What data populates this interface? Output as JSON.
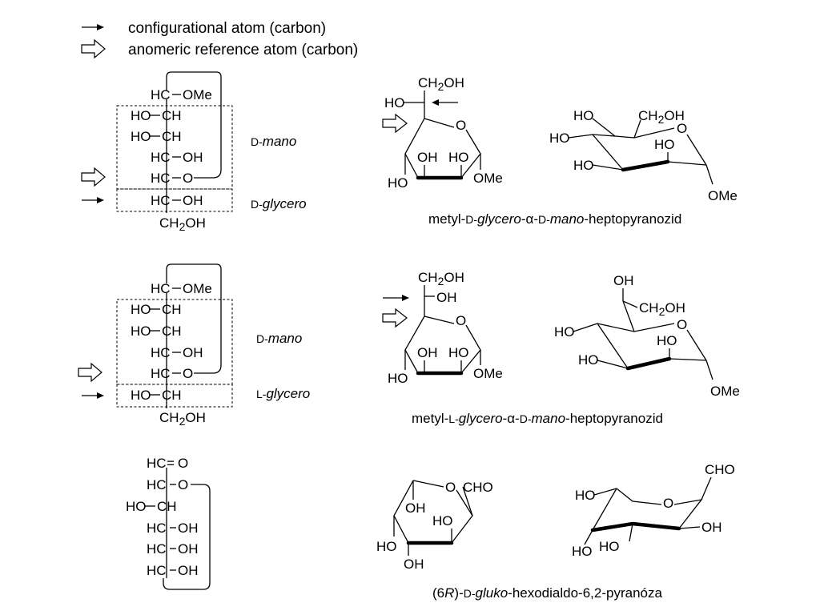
{
  "legend": {
    "configurational": "configurational atom (carbon)",
    "anomeric": "anomeric reference atom (carbon)"
  },
  "atoms": {
    "hc": "HC",
    "ch": "CH",
    "ho": "HO",
    "oh": "OH",
    "ome": "OMe",
    "o": "O",
    "cho": "CHO",
    "ch2": "CH",
    "sub2": "2",
    "eq": "="
  },
  "descriptors": {
    "d": "D-",
    "l": "L-",
    "mano": "mano",
    "glycero": "glycero"
  },
  "captions": {
    "first": {
      "pre": "metyl-",
      "d1": "D-",
      "glycero": "glycero",
      "dash1": "-",
      "alpha": "α",
      "dash2": "-",
      "d2": "D-",
      "mano": "mano",
      "post": "-heptopyranozid"
    },
    "second": {
      "pre": "metyl-",
      "l1": "L-",
      "glycero": "glycero",
      "dash1": "-",
      "alpha": "α",
      "dash2": "-",
      "d2": "D-",
      "mano": "mano",
      "post": "-heptopyranozid"
    },
    "third": {
      "open": "(6",
      "r": "R",
      "close": ")-",
      "d": "D-",
      "gluko": "gluko",
      "post": "-hexodialdo-6,2-pyranóza"
    }
  },
  "colors": {
    "ink": "#000000",
    "background": "#ffffff"
  }
}
